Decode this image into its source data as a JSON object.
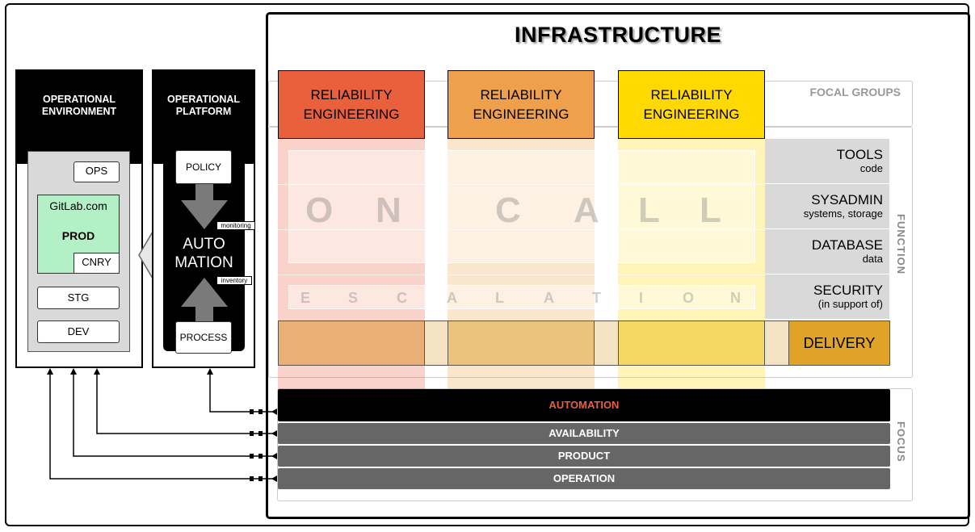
{
  "title": "INFRASTRUCTURE",
  "left": {
    "env_head": "OPERATIONAL\nENVIRONMENT",
    "plat_head": "OPERATIONAL\nPLATFORM",
    "ops": "OPS",
    "gitlab": "GitLab.com",
    "prod": "PROD",
    "cnry": "CNRY",
    "stg": "STG",
    "dev": "DEV",
    "policy": "POLICY",
    "automation": "AUTO\nMATION",
    "process": "PROCESS",
    "monitoring": "monitoring",
    "inventory": "inventory"
  },
  "columns": [
    "RELIABILITY\nENGINEERING",
    "RELIABILITY\nENGINEERING",
    "RELIABILITY\nENGINEERING"
  ],
  "colors": {
    "col1": "#e8603c",
    "col2": "#eea04c",
    "col3": "#ffd900",
    "delivery": "#dfa427"
  },
  "focal_groups": "FOCAL GROUPS",
  "function_label": "FUNCTION",
  "focus_label": "FOCUS",
  "functions": [
    {
      "main": "TOOLS",
      "sub": "code"
    },
    {
      "main": "SYSADMIN",
      "sub": "systems, storage"
    },
    {
      "main": "DATABASE",
      "sub": "data"
    },
    {
      "main": "SECURITY",
      "sub": "(in support of)"
    }
  ],
  "delivery": "DELIVERY",
  "oncall_letters": [
    "O",
    "N",
    "C",
    "A",
    "L",
    "L"
  ],
  "escalation_letters": [
    "E",
    "S",
    "C",
    "A",
    "L",
    "A",
    "T",
    "I",
    "O",
    "N"
  ],
  "focus": [
    "AUTOMATION",
    "AVAILABILITY",
    "PRODUCT",
    "OPERATION"
  ]
}
